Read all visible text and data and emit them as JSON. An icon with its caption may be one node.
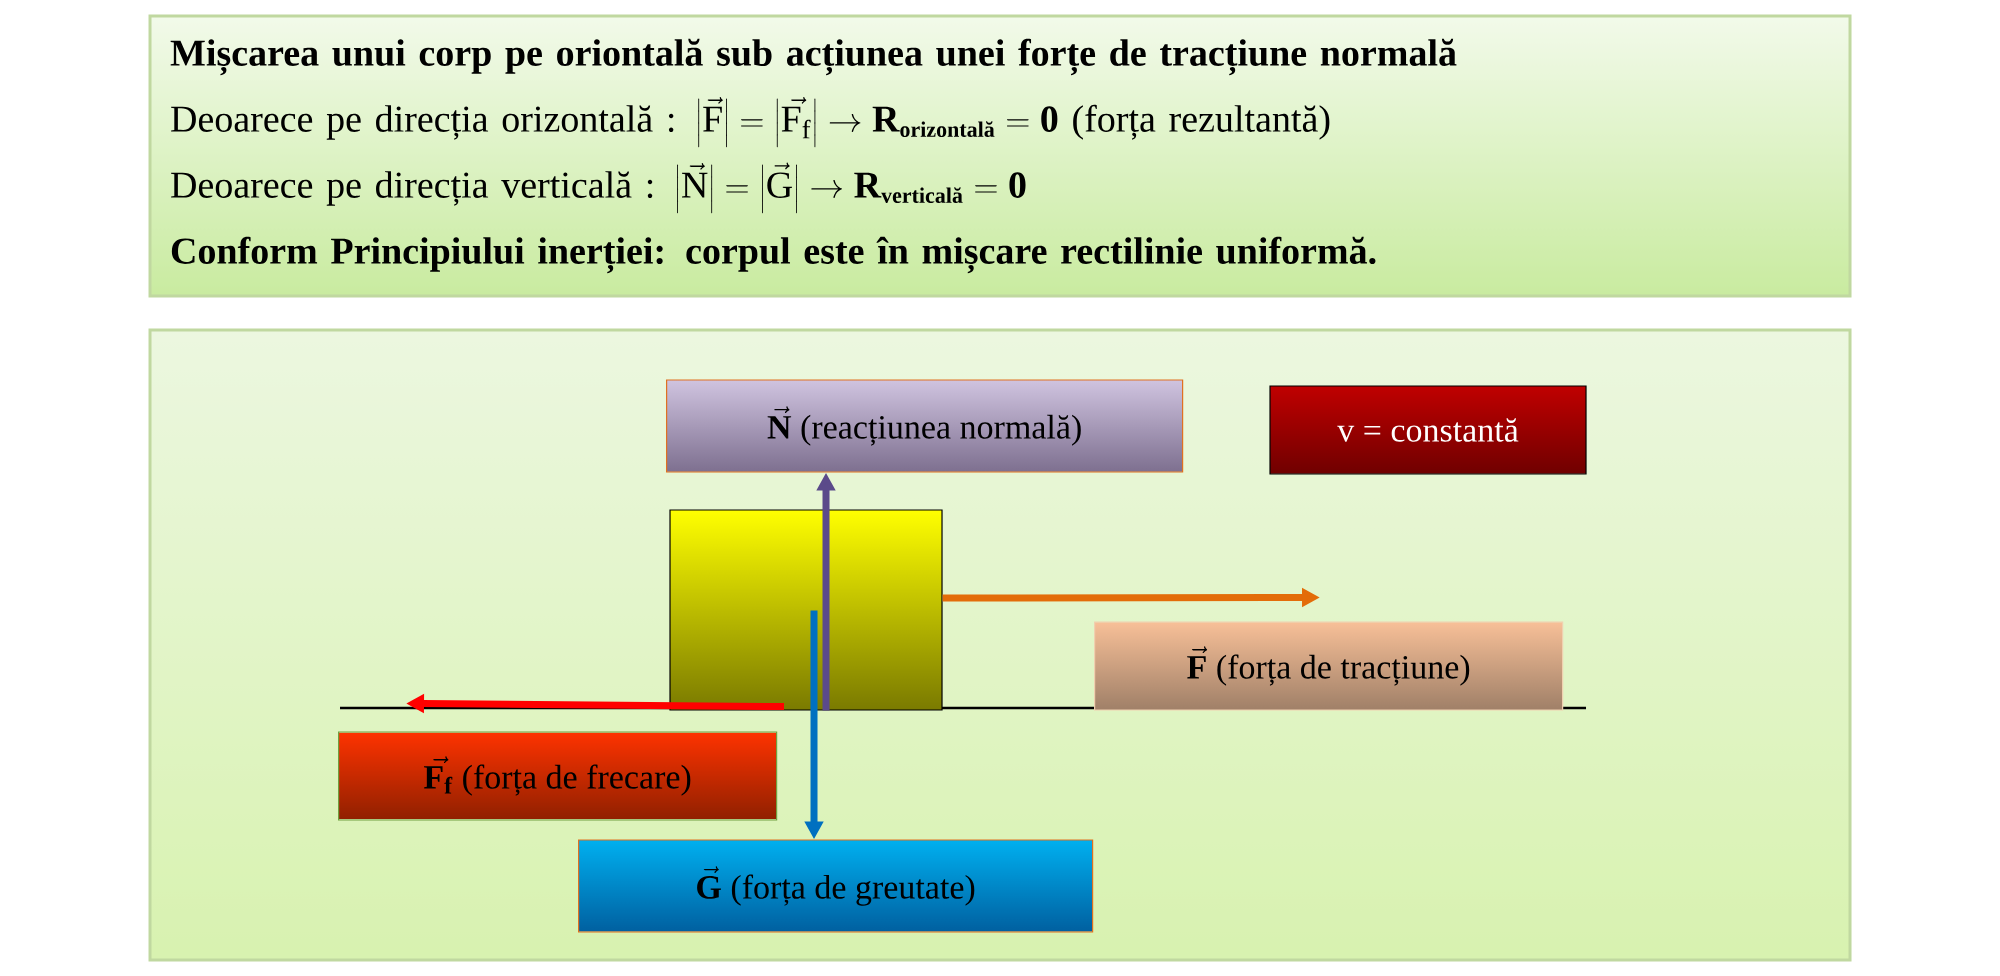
{
  "diagram": {
    "nodes": [
      {
        "text": [
          "Mișcarea unui corp pe oriontală sub acțiunea unei forțe de tracțiune normală",
          "Deoarece pe direcția orizontală :",
          "\\left|\\vec{\\mathrm{F}}\\right| = \\left|\\vec{\\mathrm{F}_{\\mathrm{f}}}\\right| \\rightarrow \\mathbf{R}_{\\mbox{\\bfseries\\fontsize{11pt}{12pt}\\selectfont orizontală}} = \\mathbf{0}",
          "(forța rezultantă)",
          "Deoarece pe direcția verticală :",
          "\\left|\\vec{\\mathrm{N}}\\right| = \\left|\\vec{\\mathrm{G}}\\right| \\rightarrow \\mathbf{R}_{\\mbox{\\bfseries\\fontsize{11pt}{12pt}\\selectfont verticală}} = \\mathbf{0}",
          "Conform Principiului inerției: corpul este în mișcare rectilinie uniformă."
        ]
      },
      {
        "text": [],
        "shape": "box"
      },
      {
        "text": [
          "\\vec{\\mathbf{N}}",
          "(reacțiunea normală)"
        ],
        "in": 1
      },
      {
        "text": [
          "v = constantă"
        ],
        "in": 1
      },
      {
        "text": [],
        "shape": "box",
        "in": 1
      },
      {
        "text": [
          "\\vec{\\mathbf{F}}",
          "(forța de tracțiune)"
        ],
        "in": 1
      },
      {
        "text": [
          "\\vec{\\mathbf{F}_{\\mathbf{f}}}",
          "(forța de frecare)"
        ],
        "in": 1
      },
      {
        "text": [
          "\\vec{\\mathbf{G}}",
          "(forța de greutate)"
        ],
        "in": 1
      }
    ],
    "edges": [
      {
        "from": 4,
        "to": 2,
        "arrow": "to",
        "color": "#5b4a8a"
      },
      {
        "from": 4,
        "to": 5,
        "arrow": "to",
        "color": "#e36c09"
      },
      {
        "from": 4,
        "to": 6,
        "arrow": "to",
        "color": "#ff0000"
      },
      {
        "from": 4,
        "to": 7,
        "arrow": "to",
        "color": "#0070c0"
      }
    ]
  }
}
